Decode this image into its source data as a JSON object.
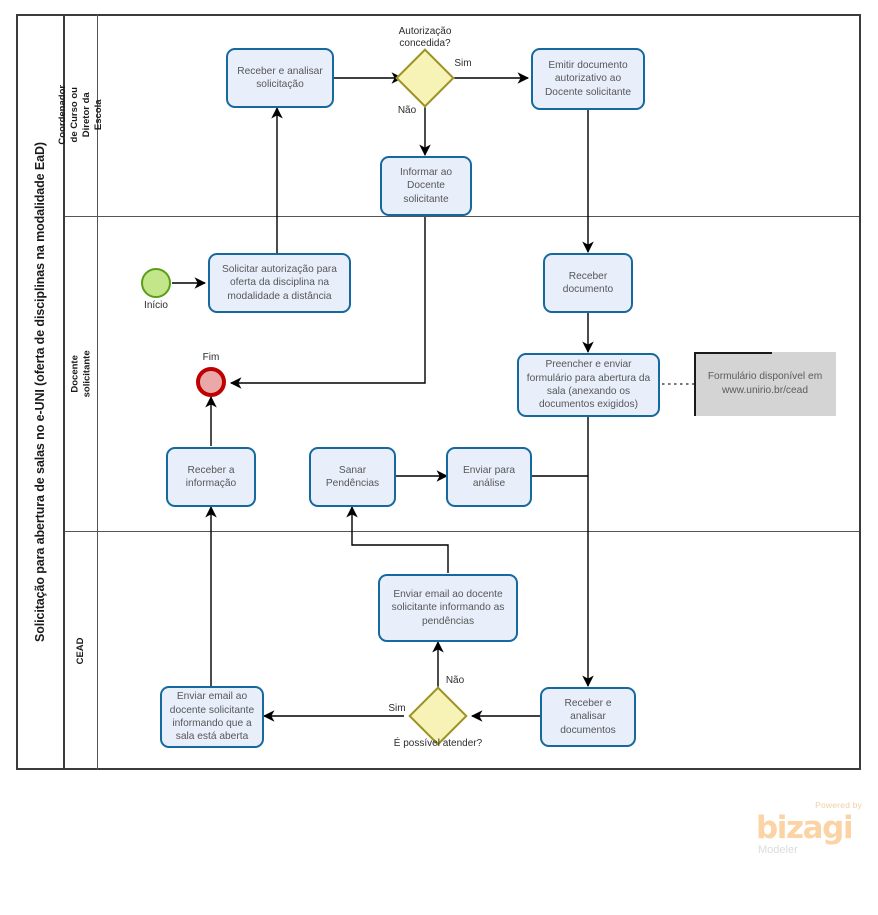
{
  "pool": {
    "title": "Solicitação para abertura de salas no e-UNI (oferta de disciplinas na modalidade EaD)",
    "lanes": [
      {
        "id": "lane-coordenador",
        "label": "Coordenador de Curso ou Diretor da Escola"
      },
      {
        "id": "lane-docente",
        "label": "Docente  solicitante"
      },
      {
        "id": "lane-cead",
        "label": "CEAD"
      }
    ]
  },
  "events": [
    {
      "id": "start",
      "name": "start-event",
      "label": "Início",
      "type": "start"
    },
    {
      "id": "end",
      "name": "end-event",
      "label": "Fim",
      "type": "end"
    }
  ],
  "tasks": [
    {
      "id": "t1",
      "name": "task-receber-analisar-solicitacao",
      "label": "Receber  e analisar solicitação"
    },
    {
      "id": "t2",
      "name": "task-emitir-documento-autorizativo",
      "label": "Emitir documento autorizativo ao Docente solicitante"
    },
    {
      "id": "t3",
      "name": "task-informar-docente-solicitante",
      "label": "Informar ao Docente solicitante"
    },
    {
      "id": "t4",
      "name": "task-solicitar-autorizacao",
      "label": "Solicitar autorização para oferta da disciplina na modalidade a distância"
    },
    {
      "id": "t5",
      "name": "task-receber-documento",
      "label": "Receber documento"
    },
    {
      "id": "t6",
      "name": "task-preencher-enviar-formulario",
      "label": "Preencher e enviar formulário para abertura da sala (anexando os documentos exigidos)"
    },
    {
      "id": "t7",
      "name": "task-receber-informacao",
      "label": "Receber a informação"
    },
    {
      "id": "t8",
      "name": "task-sanar-pendencias",
      "label": "Sanar Pendências"
    },
    {
      "id": "t9",
      "name": "task-enviar-para-analise",
      "label": "Enviar para análise"
    },
    {
      "id": "t10",
      "name": "task-enviar-email-pendencias",
      "label": "Enviar email ao docente solicitante informando as pendências"
    },
    {
      "id": "t11",
      "name": "task-enviar-email-sala-aberta",
      "label": "Enviar email ao docente solicitante informando que a sala está aberta"
    },
    {
      "id": "t12",
      "name": "task-receber-analisar-documentos",
      "label": "Receber e analisar documentos"
    }
  ],
  "gateways": [
    {
      "id": "g1",
      "name": "gateway-autorizacao-concedida",
      "label": "Autorização\nconcedida?"
    },
    {
      "id": "g2",
      "name": "gateway-e-possivel-atender",
      "label": "É possível atender?"
    }
  ],
  "flow_labels": [
    {
      "id": "f1",
      "name": "flow-label-sim-autorizacao",
      "label": "Sim"
    },
    {
      "id": "f2",
      "name": "flow-label-nao-autorizacao",
      "label": "Não"
    },
    {
      "id": "f3",
      "name": "flow-label-nao-atender",
      "label": "Não"
    },
    {
      "id": "f4",
      "name": "flow-label-sim-atender",
      "label": "Sim"
    }
  ],
  "annotations": [
    {
      "id": "a1",
      "name": "annotation-formulario",
      "label": "Formulário disponível em www.unirio.br/cead"
    }
  ],
  "branding": {
    "powered_by": "Powered by",
    "name": "bizagi",
    "product": "Modeler"
  },
  "colors": {
    "task_fill": "#e9eefb",
    "task_border": "#15699e",
    "gateway_fill": "#f7f2b6",
    "gateway_border": "#9c9327",
    "start_fill": "#c3e68a",
    "start_border": "#5a9e18",
    "end_fill": "#eaa9a9",
    "end_border": "#c00000",
    "annotation_fill": "#d4d4d4",
    "brand": "#fbd3a5"
  }
}
